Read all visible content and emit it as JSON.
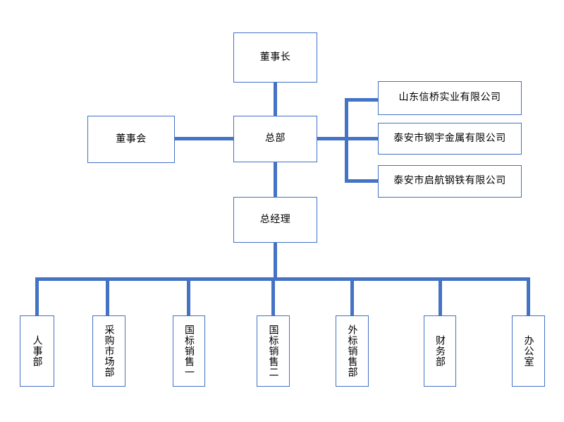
{
  "chart": {
    "type": "org-chart",
    "title": "",
    "accent_color": "#4472C4",
    "box_fill": "#FFFFFF",
    "text_color": "#000000",
    "nodes": {
      "chairman": {
        "label": "董事长"
      },
      "board": {
        "label": "董事会"
      },
      "headquarters": {
        "label": "总部"
      },
      "general_manager": {
        "label": "总经理"
      }
    },
    "subsidiaries": [
      {
        "label": "山东信桥实业有限公司"
      },
      {
        "label": "泰安市钢宇金属有限公司"
      },
      {
        "label": "泰安市启航钢铁有限公司"
      }
    ],
    "departments": [
      {
        "label": "人事部"
      },
      {
        "label": "采购市场部"
      },
      {
        "label": "国标销售一"
      },
      {
        "label": "国标销售二"
      },
      {
        "label": "外标销售部"
      },
      {
        "label": "财务部"
      },
      {
        "label": "办公室"
      }
    ]
  }
}
